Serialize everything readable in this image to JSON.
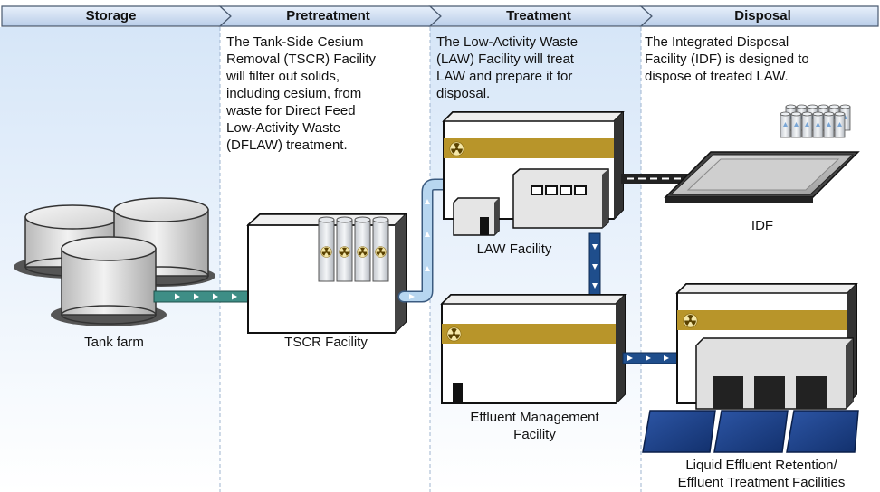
{
  "stages": [
    {
      "label": "Storage"
    },
    {
      "label": "Pretreatment"
    },
    {
      "label": "Treatment"
    },
    {
      "label": "Disposal"
    }
  ],
  "descriptions": {
    "pretreatment": [
      "The Tank-Side Cesium",
      "Removal (TSCR) Facility",
      "will filter out solids,",
      "including cesium, from",
      "waste for Direct Feed",
      "Low-Activity Waste",
      "(DFLAW) treatment."
    ],
    "treatment": [
      "The Low-Activity Waste",
      "(LAW) Facility will treat",
      "LAW and prepare it for",
      "disposal."
    ],
    "disposal": [
      "The Integrated Disposal",
      "Facility (IDF) is designed to",
      "dispose of treated LAW."
    ]
  },
  "captions": {
    "tank_farm": "Tank farm",
    "tscr": "TSCR Facility",
    "law": "LAW Facility",
    "idf": "IDF",
    "effluent": [
      "Effluent Management",
      "Facility"
    ],
    "lert": [
      "Liquid Effluent Retention/",
      "Effluent Treatment Facilities"
    ]
  },
  "colors": {
    "header_fill": "#c9d9f0",
    "stage_fill": "#e6f0fb",
    "gold_band": "#b8952a",
    "teal_pipe": "#3e8e86",
    "blue_pipe": "#1f4e8c",
    "light_pipe": "#a9cdea",
    "solar_blue": "#1c3f86"
  },
  "icons": [
    "radiation-icon",
    "waste-canister-icon",
    "storage-tank-icon",
    "flow-arrow-icon"
  ]
}
